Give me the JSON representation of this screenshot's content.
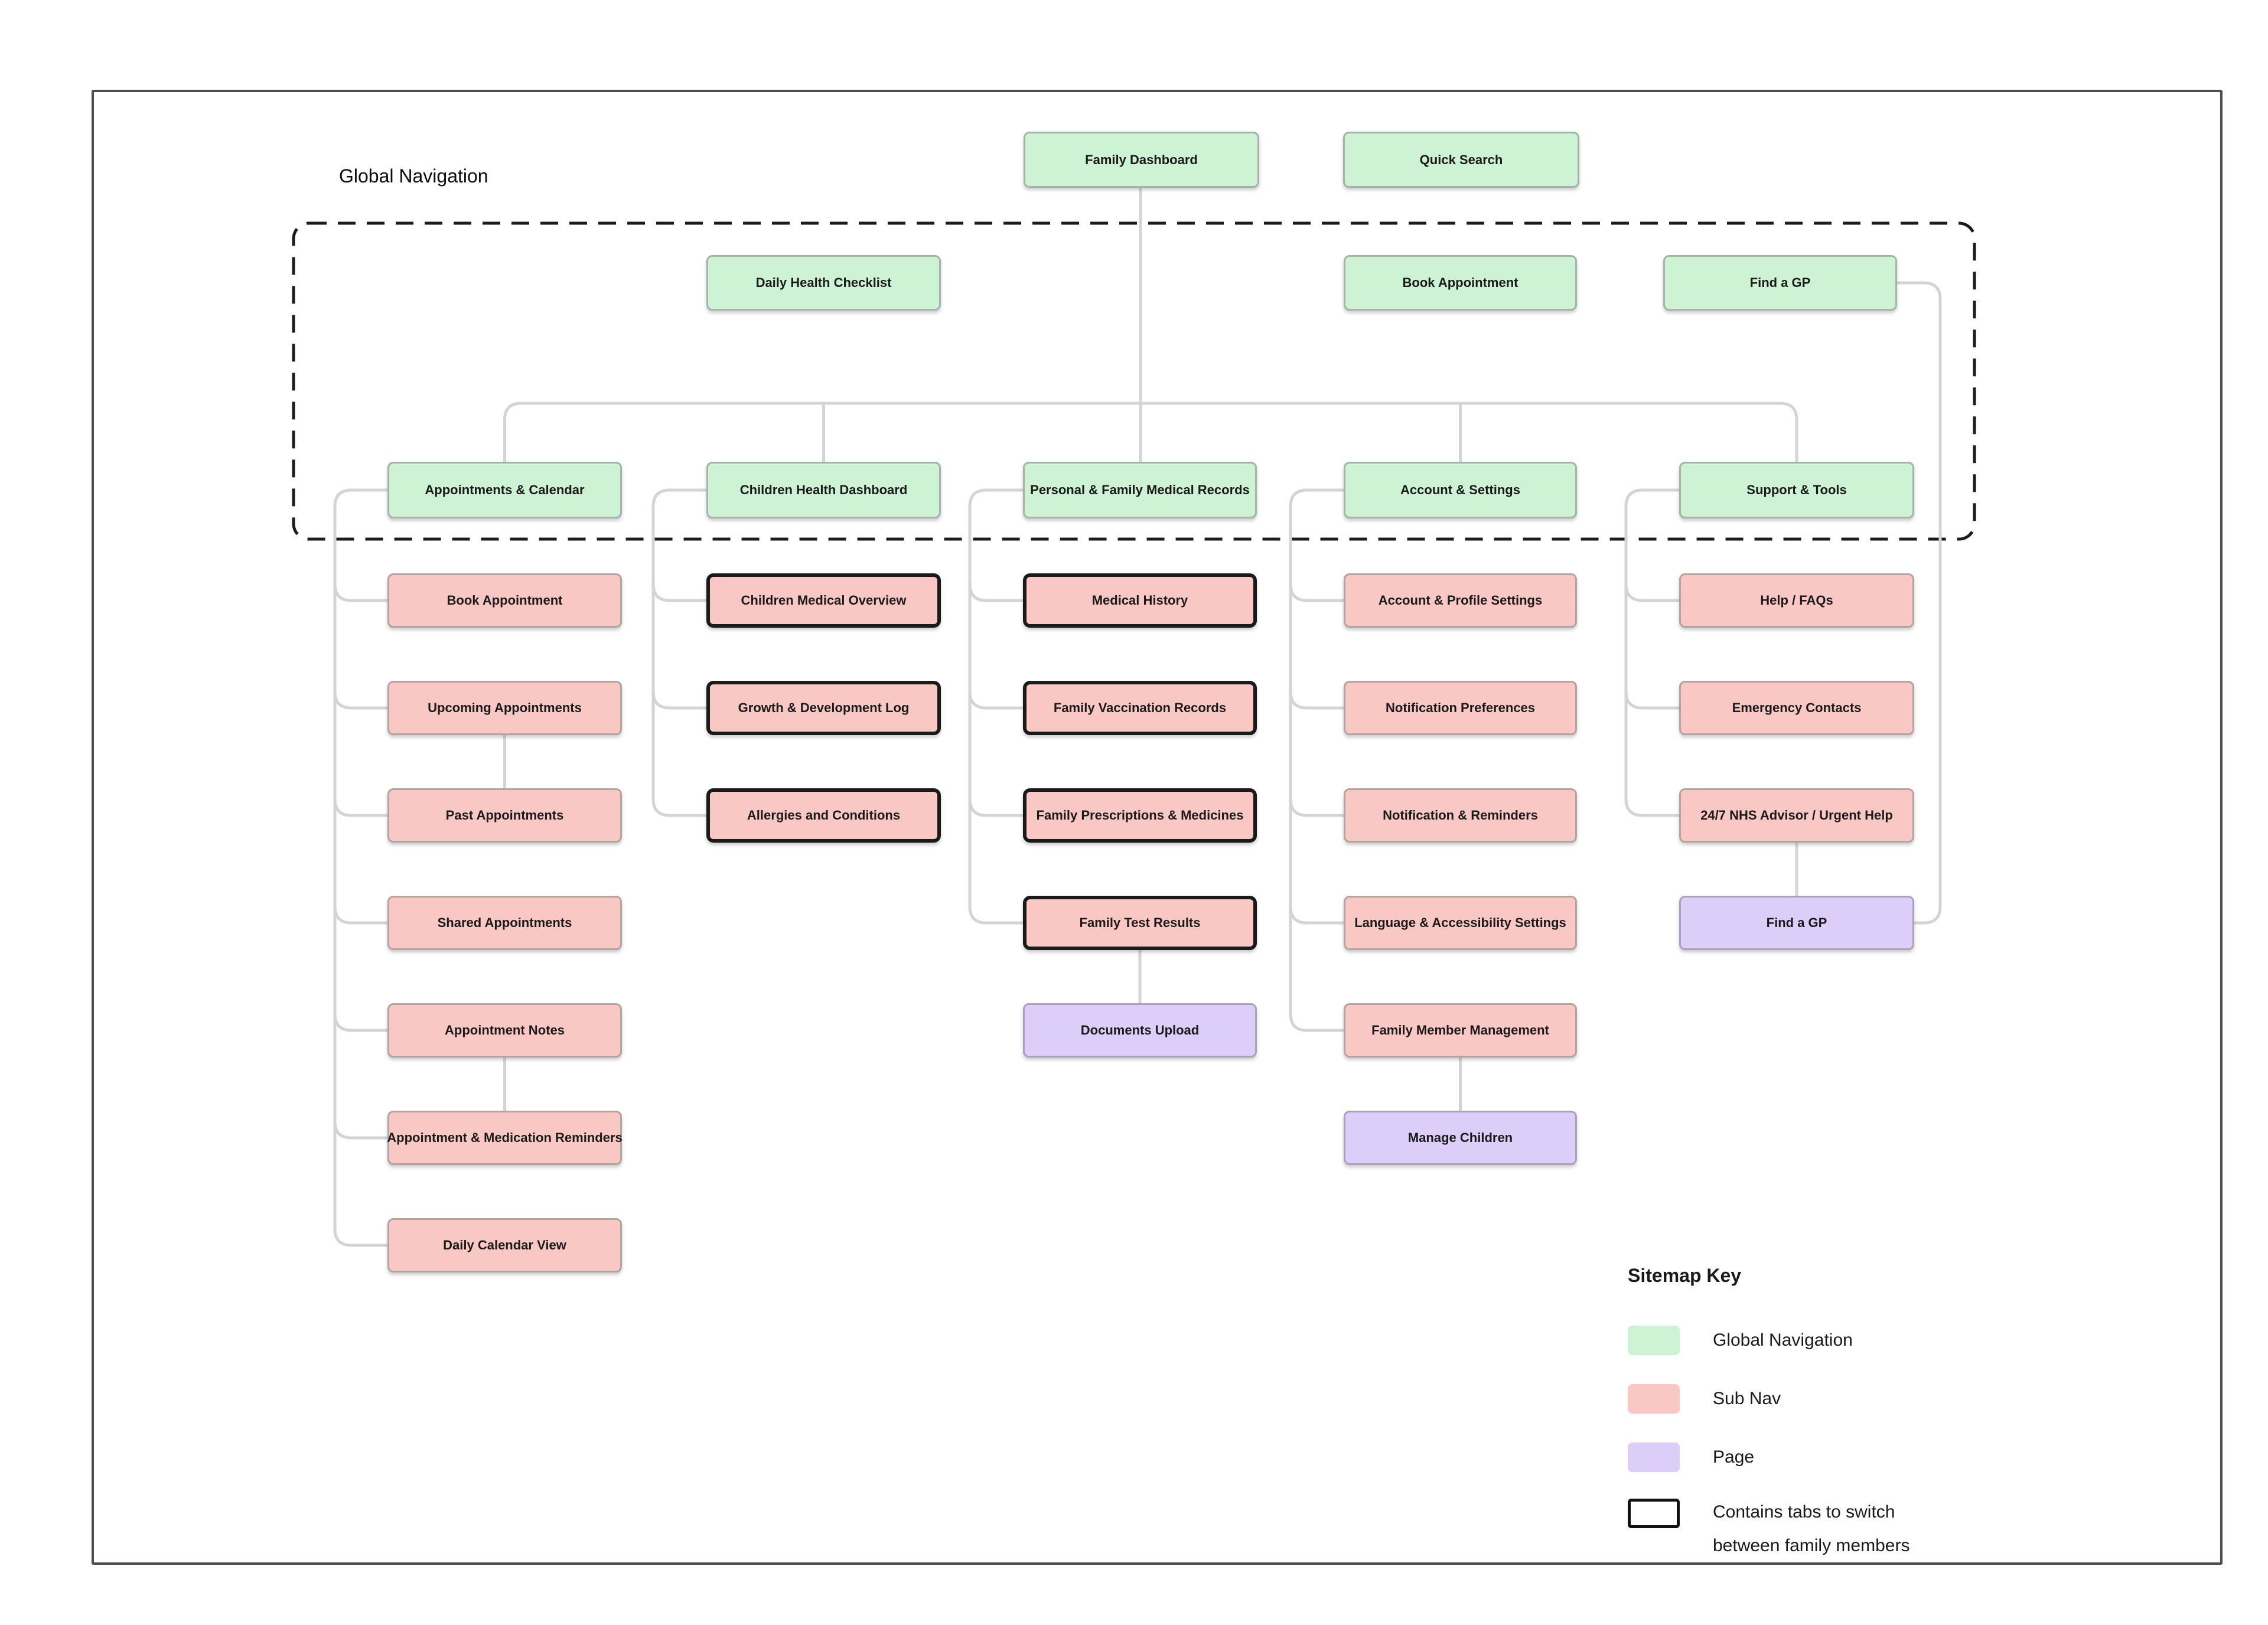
{
  "global_navigation_label": "Global Navigation",
  "colors": {
    "global_nav": "#cdf2d4",
    "sub_nav": "#fac8c4",
    "page": "#dccdf9",
    "connector": "#d4d4d4",
    "tabs_border": "#1a1a1a"
  },
  "top_nodes": {
    "family_dashboard": {
      "label": "Family Dashboard",
      "type": "global_nav"
    },
    "quick_search": {
      "label": "Quick Search",
      "type": "global_nav"
    }
  },
  "global_nav_row": {
    "daily_health_checklist": {
      "label": "Daily Health Checklist",
      "type": "global_nav"
    },
    "book_appointment": {
      "label": "Book Appointment",
      "type": "global_nav"
    },
    "find_a_gp": {
      "label": "Find a GP",
      "type": "global_nav"
    }
  },
  "columns": [
    {
      "section": {
        "label": "Appointments & Calendar",
        "type": "global_nav"
      },
      "children": [
        {
          "label": "Book Appointment",
          "type": "sub_nav"
        },
        {
          "label": "Upcoming Appointments",
          "type": "sub_nav"
        },
        {
          "label": "Past Appointments",
          "type": "sub_nav"
        },
        {
          "label": "Shared Appointments",
          "type": "sub_nav"
        },
        {
          "label": "Appointment Notes",
          "type": "sub_nav"
        },
        {
          "label": "Appointment & Medication Reminders",
          "type": "sub_nav"
        },
        {
          "label": "Daily Calendar View",
          "type": "sub_nav"
        }
      ]
    },
    {
      "section": {
        "label": "Children Health Dashboard",
        "type": "global_nav"
      },
      "children": [
        {
          "label": "Children Medical Overview",
          "type": "sub_nav",
          "tabs": true
        },
        {
          "label": "Growth & Development Log",
          "type": "sub_nav",
          "tabs": true
        },
        {
          "label": "Allergies and Conditions",
          "type": "sub_nav",
          "tabs": true
        }
      ]
    },
    {
      "section": {
        "label": "Personal & Family Medical Records",
        "type": "global_nav"
      },
      "children": [
        {
          "label": "Medical History",
          "type": "sub_nav",
          "tabs": true
        },
        {
          "label": "Family Vaccination Records",
          "type": "sub_nav",
          "tabs": true
        },
        {
          "label": "Family Prescriptions & Medicines",
          "type": "sub_nav",
          "tabs": true
        },
        {
          "label": "Family Test Results",
          "type": "sub_nav",
          "tabs": true
        },
        {
          "label": "Documents Upload",
          "type": "page"
        }
      ]
    },
    {
      "section": {
        "label": "Account & Settings",
        "type": "global_nav"
      },
      "children": [
        {
          "label": "Account & Profile Settings",
          "type": "sub_nav"
        },
        {
          "label": "Notification Preferences",
          "type": "sub_nav"
        },
        {
          "label": "Notification & Reminders",
          "type": "sub_nav"
        },
        {
          "label": "Language & Accessibility Settings",
          "type": "sub_nav"
        },
        {
          "label": "Family Member Management",
          "type": "sub_nav"
        },
        {
          "label": "Manage Children",
          "type": "page"
        }
      ]
    },
    {
      "section": {
        "label": "Support & Tools",
        "type": "global_nav"
      },
      "children": [
        {
          "label": "Help / FAQs",
          "type": "sub_nav"
        },
        {
          "label": "Emergency Contacts",
          "type": "sub_nav"
        },
        {
          "label": "24/7 NHS Advisor / Urgent Help",
          "type": "sub_nav"
        },
        {
          "label": "Find a GP",
          "type": "page"
        }
      ]
    }
  ],
  "legend": {
    "title": "Sitemap Key",
    "items": [
      {
        "label": "Global Navigation",
        "swatch": "global_nav"
      },
      {
        "label": "Sub Nav",
        "swatch": "sub_nav"
      },
      {
        "label": "Page",
        "swatch": "page"
      },
      {
        "label": "Contains tabs to switch between family members",
        "swatch": "tabs"
      }
    ]
  }
}
